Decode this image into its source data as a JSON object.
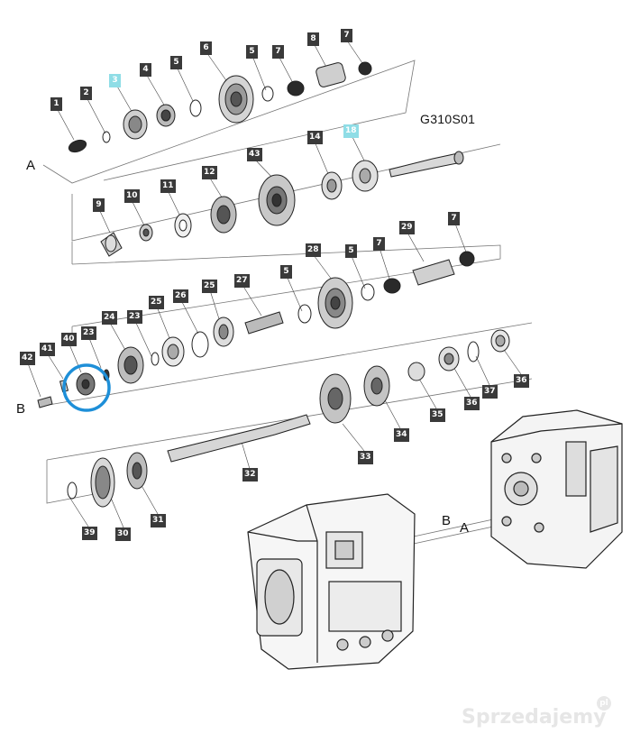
{
  "diagram_code": "G310S01",
  "connectors": {
    "a": "A",
    "b": "B"
  },
  "callouts": {
    "r1": [
      "1",
      "2",
      "3",
      "4",
      "5",
      "6",
      "5",
      "7",
      "8",
      "7"
    ],
    "r2": [
      "9",
      "10",
      "11",
      "12",
      "43",
      "14",
      "18"
    ],
    "r3": [
      "42",
      "41",
      "40",
      "23",
      "24",
      "23",
      "25",
      "26",
      "25",
      "27",
      "5",
      "28",
      "5",
      "7",
      "29",
      "7"
    ],
    "r4": [
      "39",
      "30",
      "31",
      "32",
      "33",
      "34",
      "35",
      "36",
      "37",
      "36"
    ]
  },
  "highlight_color": "#8fdde6",
  "circle_color": "#1e8fd8",
  "watermark": {
    "text": "Sprzedajemy",
    "badge": "pl"
  }
}
